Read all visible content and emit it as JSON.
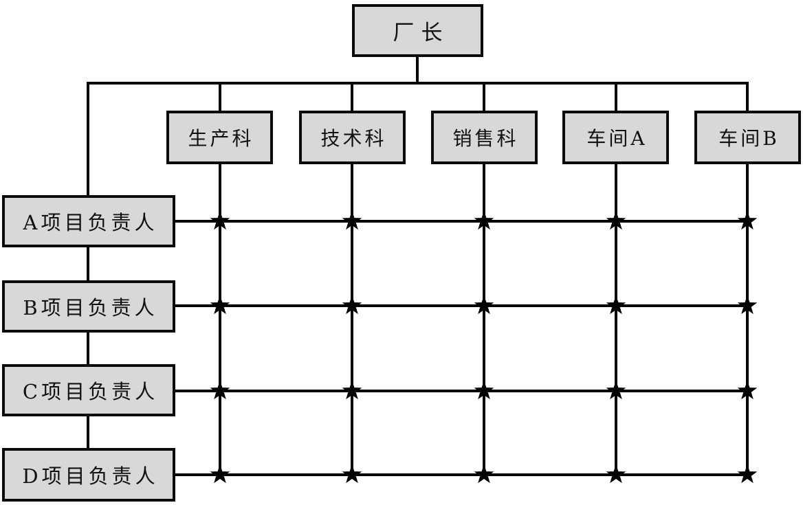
{
  "diagram": {
    "type": "matrix-organization-chart",
    "root": {
      "label": "厂长"
    },
    "departments": [
      {
        "label": "生产科"
      },
      {
        "label": "技术科"
      },
      {
        "label": "销售科"
      },
      {
        "label": "车间A"
      },
      {
        "label": "车间B"
      }
    ],
    "projects": [
      {
        "label": "A项目负责人"
      },
      {
        "label": "B项目负责人"
      },
      {
        "label": "C项目负责人"
      },
      {
        "label": "D项目负责人"
      }
    ],
    "intersection_marker": "black-five-pointed-star",
    "assignments": [
      [
        true,
        true,
        true,
        true,
        true
      ],
      [
        true,
        true,
        true,
        true,
        true
      ],
      [
        true,
        true,
        true,
        true,
        true
      ],
      [
        true,
        true,
        true,
        true,
        true
      ]
    ],
    "colors": {
      "box_fill": "#d8d8d8",
      "box_border": "#0a0a0a",
      "line": "#000000",
      "background": "#ffffff"
    }
  }
}
